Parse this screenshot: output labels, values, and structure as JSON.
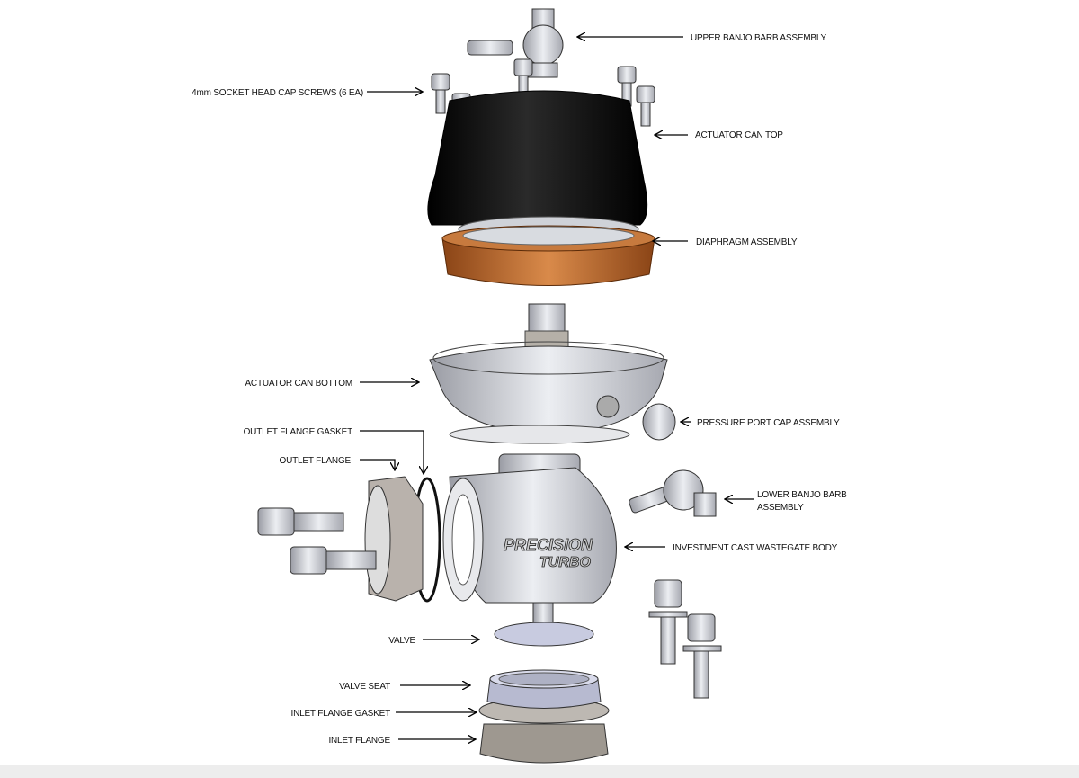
{
  "diagram": {
    "labels": [
      {
        "id": "upper-banjo-barb",
        "text": "UPPER BANJO BARB ASSEMBLY"
      },
      {
        "id": "socket-head-cap-screws",
        "text": "4mm SOCKET HEAD CAP SCREWS (6 EA)"
      },
      {
        "id": "actuator-can-top",
        "text": "ACTUATOR CAN TOP"
      },
      {
        "id": "diaphragm-assembly",
        "text": "DIAPHRAGM ASSEMBLY"
      },
      {
        "id": "actuator-can-bottom",
        "text": "ACTUATOR CAN BOTTOM"
      },
      {
        "id": "pressure-port-cap",
        "text": "PRESSURE PORT CAP ASSEMBLY"
      },
      {
        "id": "outlet-flange-gasket",
        "text": "OUTLET FLANGE GASKET"
      },
      {
        "id": "outlet-flange",
        "text": "OUTLET FLANGE"
      },
      {
        "id": "lower-banjo-barb",
        "text": "LOWER BANJO BARB",
        "text2": "ASSEMBLY"
      },
      {
        "id": "wastegate-body",
        "text": "INVESTMENT CAST WASTEGATE BODY"
      },
      {
        "id": "valve",
        "text": "VALVE"
      },
      {
        "id": "valve-seat",
        "text": "VALVE SEAT"
      },
      {
        "id": "inlet-flange-gasket",
        "text": "INLET FLANGE GASKET"
      },
      {
        "id": "inlet-flange",
        "text": "INLET FLANGE"
      }
    ],
    "logo": {
      "line1": "PRECISION",
      "line2": "TURBO"
    },
    "colors": {
      "can_top": "#111111",
      "diaphragm": "#b8662a",
      "metal": "#d4d6dc",
      "metal_dark": "#8a8d96",
      "line": "#000000"
    }
  }
}
